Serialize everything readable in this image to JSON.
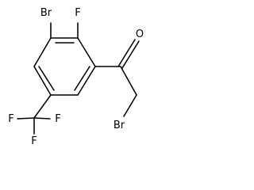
{
  "molecule": {
    "atoms": {
      "bromo_ring": "Br",
      "fluoro_ring": "F",
      "oxygen": "O",
      "bromo_side": "Br",
      "cf3_f_left": "F",
      "cf3_f_right": "F",
      "cf3_f_bottom": "F"
    }
  }
}
